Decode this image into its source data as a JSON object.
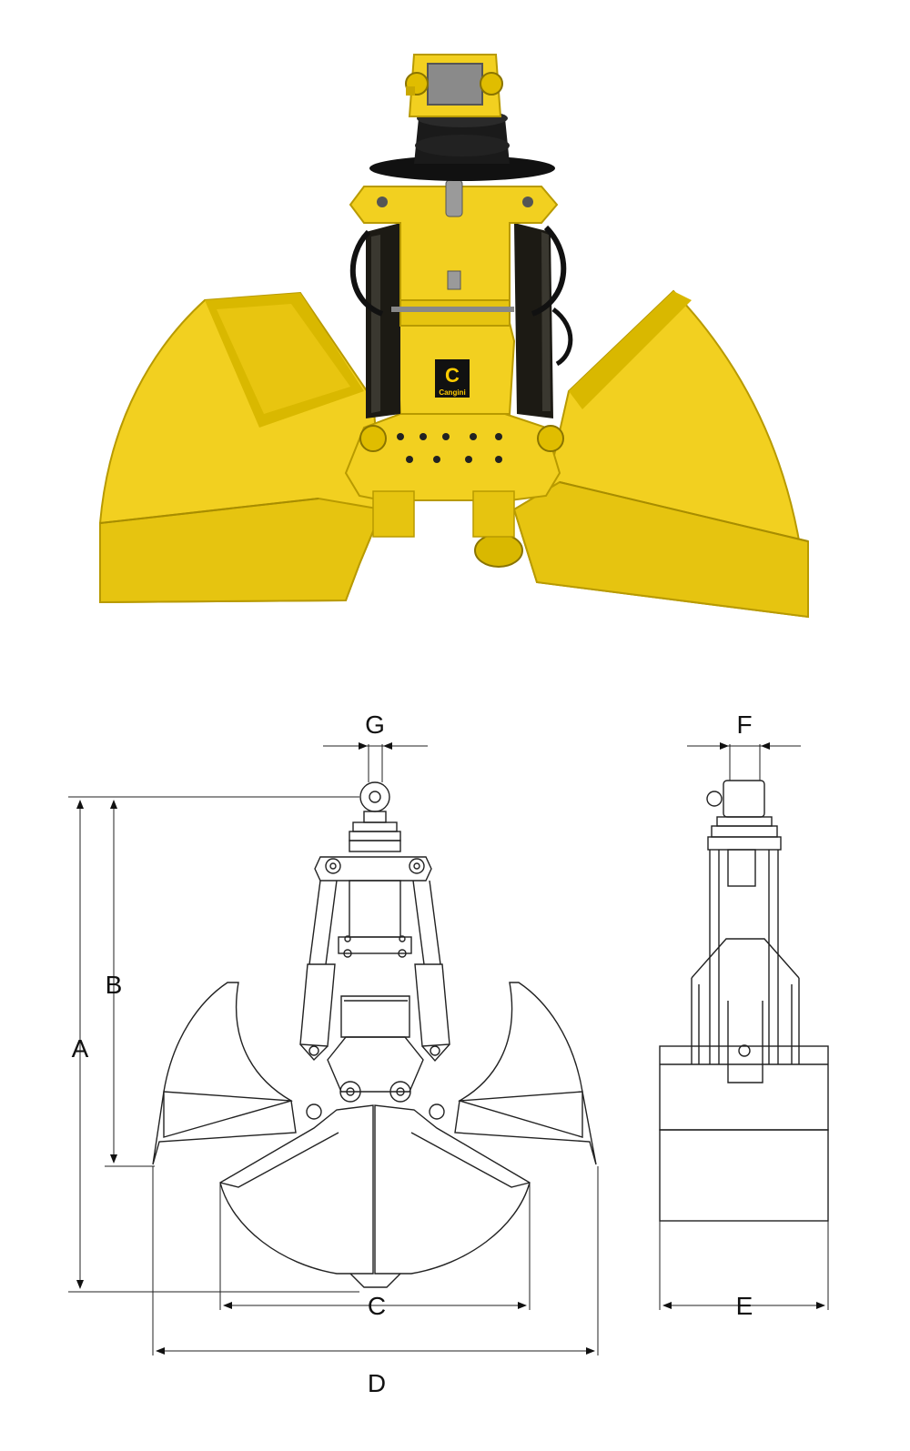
{
  "brand": {
    "logo_mark": "C",
    "logo_text": "Cangini",
    "colors": {
      "body": "#f2d020",
      "body_dark": "#d9b800",
      "body_shadow": "#b89a00",
      "cylinder": "#1c1a14",
      "rotator": "#111111",
      "pin": "#8a8a8a",
      "plate": "#111111",
      "line": "#222222"
    }
  },
  "dimensions": {
    "A": "A",
    "B": "B",
    "C": "C",
    "D": "D",
    "E": "E",
    "F": "F",
    "G": "G"
  }
}
